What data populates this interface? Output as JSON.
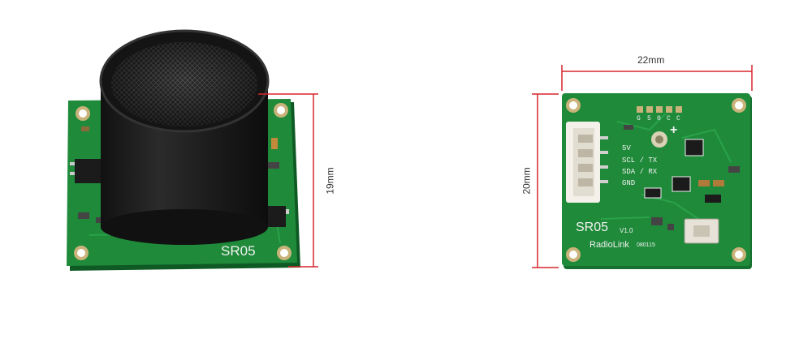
{
  "colors": {
    "pcb": "#1f8a3a",
    "pcb_dark": "#167030",
    "silkscreen": "#f2f2f2",
    "dimension_line": "#d7262d",
    "transducer": "#1e1e1e",
    "pad": "#c9b37a"
  },
  "front_module": {
    "label": "SR05",
    "icon": "ultrasonic-transducer"
  },
  "back_module": {
    "model": "SR05",
    "version": "V1.0",
    "brand": "RadioLink",
    "code": "080115",
    "pin_header_letters": [
      "G",
      "5",
      "0",
      "C",
      "C"
    ],
    "plus_sign": "+",
    "pin_labels": [
      "5V",
      "SCL / TX",
      "SDA / RX",
      "GND"
    ]
  },
  "dimensions": {
    "front_height": "19mm",
    "back_width": "22mm",
    "back_height": "20mm"
  }
}
